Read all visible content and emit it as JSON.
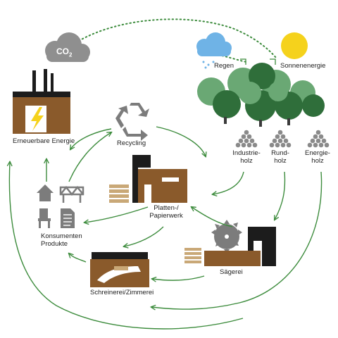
{
  "labels": {
    "co2": "CO2",
    "rain": "Regen",
    "sun": "Sonnenenergie",
    "renewable": "Erneuerbare Energie",
    "recycling": "Recycling",
    "industrial_wood_1": "Industrie-",
    "industrial_wood_2": "holz",
    "round_wood_1": "Rund-",
    "round_wood_2": "holz",
    "energy_wood_1": "Energie-",
    "energy_wood_2": "holz",
    "panel_mill_1": "Platten-/",
    "panel_mill_2": "Papierwerk",
    "consumer_1": "Konsumenten",
    "consumer_2": "Produkte",
    "sawmill": "Sägerei",
    "carpentry": "Schreinerei/Zimmerei"
  },
  "colors": {
    "arrow_green": "#3d8c3d",
    "building_brown": "#8a5a2b",
    "building_black": "#1c1c1c",
    "cloud_grey": "#8f8f8f",
    "rain_cloud_blue": "#6fb3e6",
    "sun_yellow": "#f5d21c",
    "tree_dark": "#2f6e3a",
    "tree_light": "#6aa874",
    "icon_grey": "#7c7c7c",
    "wood_tan": "#c9a877"
  }
}
